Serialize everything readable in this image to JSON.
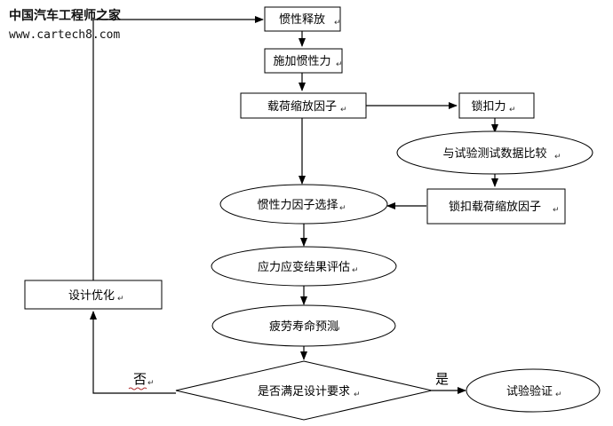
{
  "watermark": {
    "title": "中国汽车工程师之家",
    "url": "www.cartech8.com"
  },
  "nodes": {
    "inertia_release": "惯性释放",
    "apply_inertia_force": "施加惯性力",
    "load_scale_factor": "载荷缩放因子",
    "lock_force": "锁扣力",
    "compare_test_data": "与试验测试数据比较",
    "lock_load_scale_factor": "锁扣载荷缩放因子",
    "inertia_factor_select": "惯性力因子选择",
    "stress_strain_eval": "应力应变结果评估",
    "fatigue_life_predict": "疲劳寿命预测",
    "design_optimize": "设计优化",
    "meets_requirements": "是否满足设计要求",
    "test_verify": "试验验证"
  },
  "edges": {
    "yes": "是",
    "no": "否"
  },
  "paragraph_mark": "↵"
}
